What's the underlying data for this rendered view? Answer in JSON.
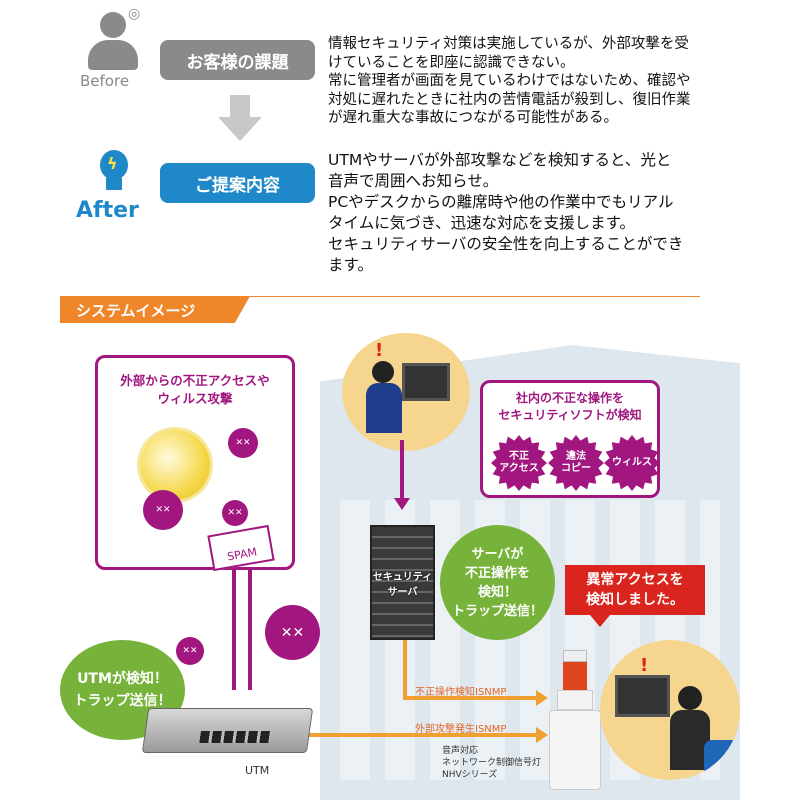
{
  "before": {
    "label": "Before",
    "pill": "お客様の課題",
    "text": "情報セキュリティ対策は実施しているが、外部攻撃を受\nけていることを即座に認識できない。\n常に管理者が画面を見ているわけではないため、確認や\n対処に遅れたときに社内の苦情電話が殺到し、復旧作業\nが遅れ重大な事故につながる可能性がある。"
  },
  "after": {
    "label": "After",
    "pill": "ご提案内容",
    "text": "UTMやサーバが外部攻撃などを検知すると、光と\n音声で周囲へお知らせ。\nPCやデスクからの離席時や他の作業中でもリアル\nタイムに気づき、迅速な対応を支援します。\nセキュリティサーバの安全性を向上することができ\nます。"
  },
  "section_title": "システムイメージ",
  "diagram": {
    "external_box": "外部からの不正アクセスや\nウィルス攻撃",
    "spam": "SPAM",
    "internal_box": "社内の不正な操作を\nセキュリティソフトが検知",
    "bursts": [
      "不正\nアクセス",
      "違法\nコピー",
      "ウィルス"
    ],
    "server_label": "セキュリティ\nサーバ",
    "server_bubble": "サーバが\n不正操作を\n検知！\nトラップ送信！",
    "alert_box": "異常アクセスを\n検知しました。",
    "utm_bubble": "UTMが検知！\nトラップ送信！",
    "utm_label": "UTM",
    "arrow1": "不正操作検知ISNMP",
    "arrow2": "外部攻撃発生ISNMP",
    "device_label": "音声対応\nネットワーク制御信号灯\nNHVシリーズ"
  },
  "colors": {
    "gray": "#8a8a8a",
    "blue": "#1e88c8",
    "orange": "#f0862a",
    "purple": "#a1177f",
    "green": "#77b23a",
    "red": "#d9251d"
  }
}
